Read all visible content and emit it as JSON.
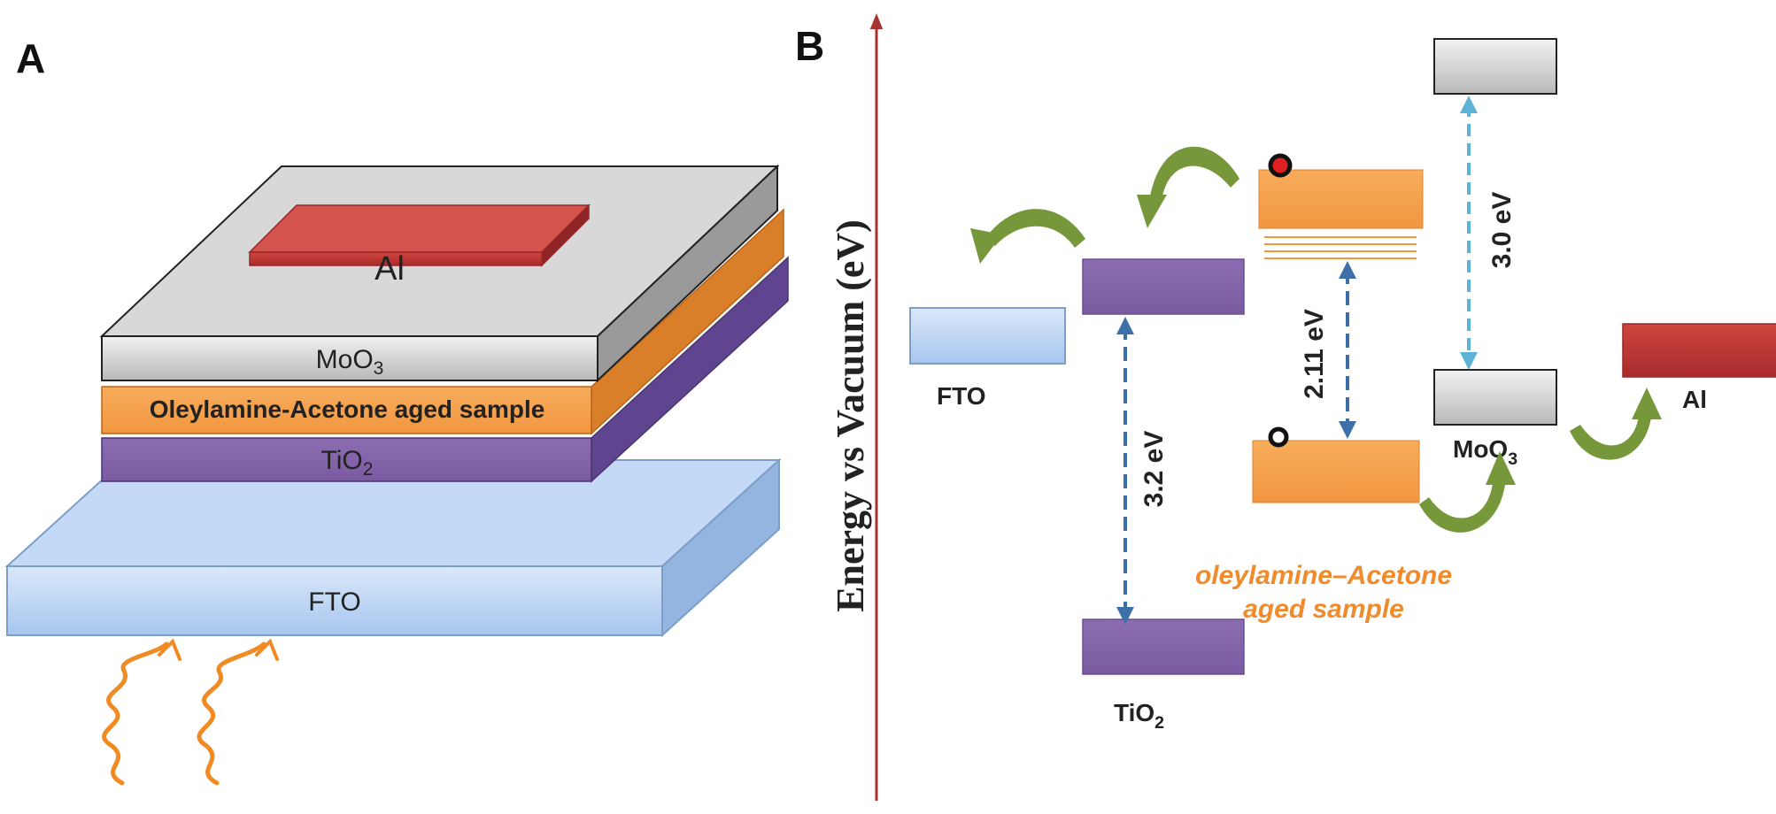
{
  "panel_a": {
    "label": "A",
    "layers": {
      "al": "Al",
      "moo3": "MoO",
      "moo3_sub": "3",
      "sample": "Oleylamine-Acetone aged sample",
      "tio2": "TiO",
      "tio2_sub": "2",
      "fto": "FTO"
    }
  },
  "panel_b": {
    "label": "B",
    "axis_label": "Energy vs Vacuum (eV)",
    "fto": "FTO",
    "tio2": "TiO",
    "tio2_sub": "2",
    "moo3": "MoO",
    "moo3_sub": "3",
    "al": "Al",
    "sample_line1": "oleylamine–Acetone",
    "sample_line2": "aged sample",
    "gap_tio2": "3.2 eV",
    "gap_sample": "2.11 eV",
    "gap_moo3": "3.0 eV"
  },
  "colors": {
    "al": "#c0393b",
    "moo3": "#c8c8c8",
    "sample": "#f4a04a",
    "tio2": "#8364a8",
    "fto": "#a9c8ef",
    "arrow_green": "#76973a",
    "axis": "#a83232",
    "gap_arrow_blue": "#3d6fa8",
    "gap_arrow_cyan": "#5cb3d6",
    "light_wave": "#f28a22",
    "sample_text": "#f08a2a"
  }
}
